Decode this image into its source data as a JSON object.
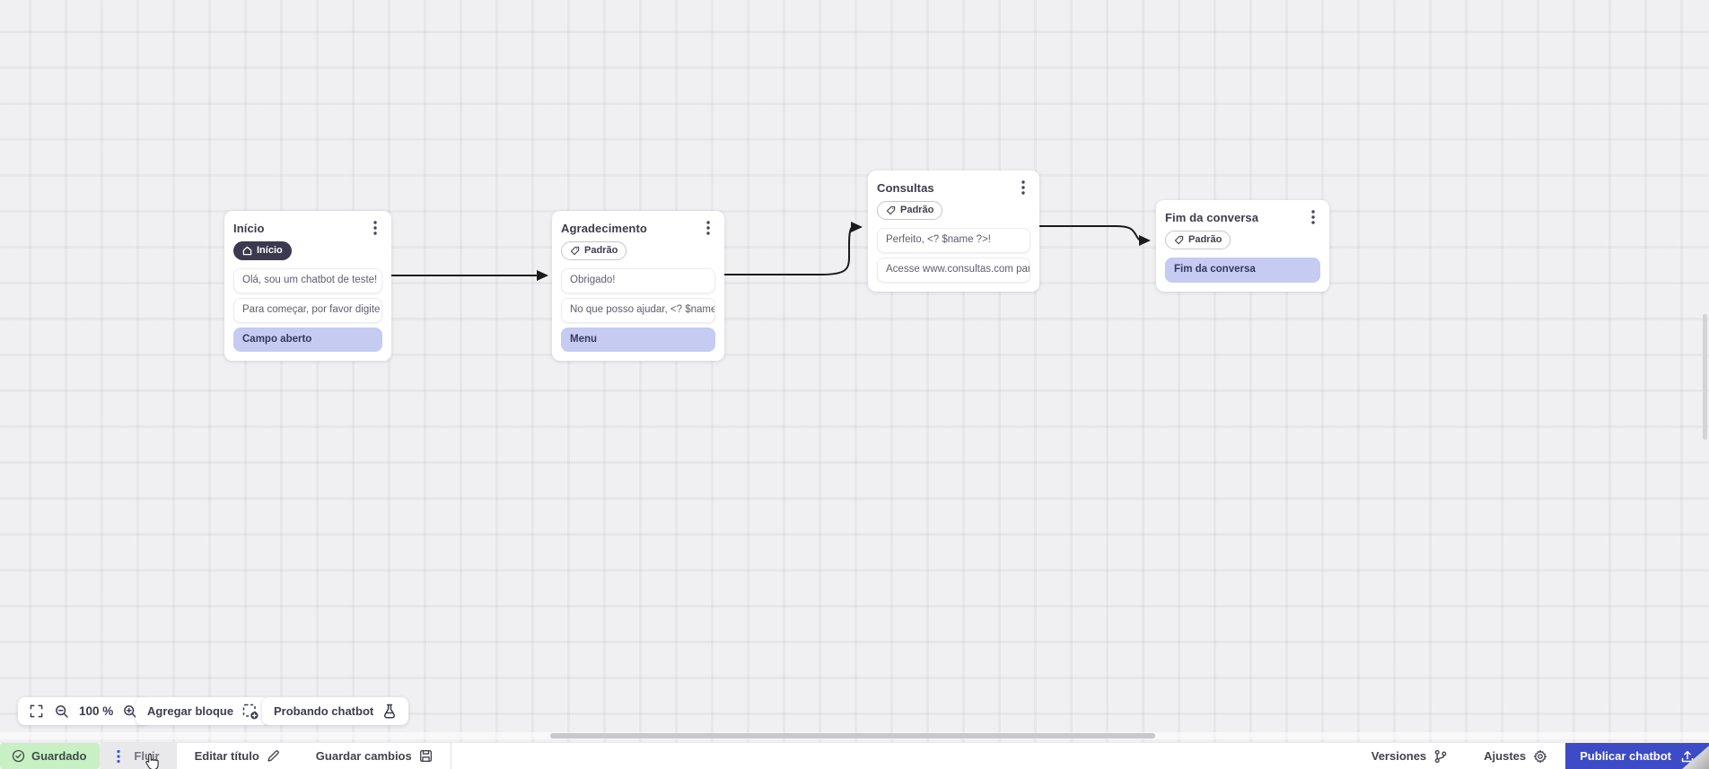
{
  "canvas": {
    "nodes": [
      {
        "title": "Início",
        "badge": "Início",
        "badge_icon": "home-icon",
        "messages": [
          "Olá, sou um chatbot de teste!",
          "Para começar, por favor digite o ...",
          "Campo aberto"
        ]
      },
      {
        "title": "Agradecimento",
        "badge": "Padrão",
        "badge_icon": "tag-icon",
        "messages": [
          "Obrigado!",
          "No que posso ajudar, <? $name ...",
          "Menu"
        ]
      },
      {
        "title": "Consultas",
        "badge": "Padrão",
        "badge_icon": "tag-icon",
        "messages": [
          "Perfeito, <? $name ?>!",
          "Acesse www.consultas.com par..."
        ]
      },
      {
        "title": "Fim da conversa",
        "badge": "Padrão",
        "badge_icon": "tag-icon",
        "messages": [
          "Fim da conversa"
        ]
      }
    ]
  },
  "toolbar": {
    "zoom_level": "100 %",
    "add_block": "Agregar bloque",
    "test_chatbot": "Probando chatbot"
  },
  "bottom_bar": {
    "saved": "Guardado",
    "flow": "Fluir",
    "edit_title": "Editar título",
    "save_changes": "Guardar cambios",
    "versions": "Versiones",
    "settings": "Ajustes",
    "publish": "Publicar chatbot"
  },
  "colors": {
    "publish_blue": "#3D4BC6",
    "saved_green": "#C9EFC5",
    "highlight_lavender": "#C5CBF1",
    "dark_badge": "#3A394E",
    "connector": "#1B1B1B",
    "canvas_bg": "#F0F0F2"
  }
}
